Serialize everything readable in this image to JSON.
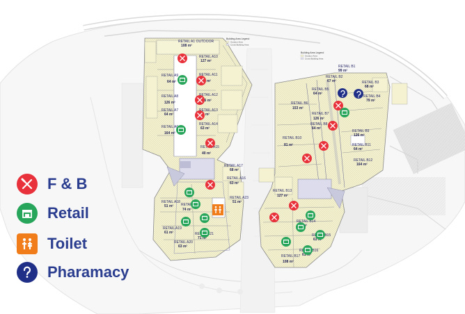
{
  "legend": {
    "fnb": {
      "label": "F & B",
      "icon": "fork-knife-icon",
      "color": "#e8313a"
    },
    "retail": {
      "label": "Retail",
      "icon": "shop-icon",
      "color": "#27a55a"
    },
    "toilet": {
      "label": "Toilet",
      "icon": "toilet-icon",
      "color": "#f07d19"
    },
    "pharmacy": {
      "label": "Pharamacy",
      "icon": "pharmacy-icon",
      "color": "#1f2f87"
    }
  },
  "building_legend": {
    "left": {
      "title": "Building Area Legend",
      "lines": [
        "Outdoor Area",
        "Cross Building Area"
      ]
    },
    "right": {
      "title": "Building Area Legend",
      "lines": [
        "Outdoor Area",
        "Cross Building Area"
      ]
    }
  },
  "units": [
    {
      "label": "RETAIL A1 OUTDOOR",
      "area": "108 m²"
    },
    {
      "label": "RETAIL A10",
      "area": "127 m²"
    },
    {
      "label": "RETAIL A11",
      "area": "64 m²"
    },
    {
      "label": "RETAIL A9",
      "area": "64 m²"
    },
    {
      "label": "RETAIL A8",
      "area": "126 m²"
    },
    {
      "label": "RETAIL A12",
      "area": "126 m²"
    },
    {
      "label": "RETAIL A7",
      "area": "64 m²"
    },
    {
      "label": "RETAIL A13",
      "area": "64 m²"
    },
    {
      "label": "RETAIL A6",
      "area": "164 m²"
    },
    {
      "label": "RETAIL A14",
      "area": "63 m²"
    },
    {
      "label": "RETAIL A15",
      "area": "40 m²"
    },
    {
      "label": "RETAIL A16",
      "area": "63 m²"
    },
    {
      "label": "RETAIL A17",
      "area": "68 m²"
    },
    {
      "label": "RETAIL B1",
      "area": "99 m²"
    },
    {
      "label": "RETAIL B2",
      "area": "67 m²"
    },
    {
      "label": "RETAIL B3",
      "area": "68 m²"
    },
    {
      "label": "RETAIL B4",
      "area": "79 m²"
    },
    {
      "label": "RETAIL B5",
      "area": "64 m²"
    },
    {
      "label": "RETAIL B6",
      "area": "153 m²"
    },
    {
      "label": "RETAIL B7",
      "area": "126 m²"
    },
    {
      "label": "RETAIL B8",
      "area": "64 m²"
    },
    {
      "label": "RETAIL B9",
      "area": "126 m²"
    },
    {
      "label": "RETAIL B10",
      "area": "81 m²"
    },
    {
      "label": "RETAIL B11",
      "area": "64 m²"
    },
    {
      "label": "RETAIL B12",
      "area": "164 m²"
    },
    {
      "label": "RETAIL B13",
      "area": "127 m²"
    },
    {
      "label": "RETAIL B14",
      "area": "64 m²"
    },
    {
      "label": "RETAIL B15",
      "area": "63 m²"
    },
    {
      "label": "RETAIL B16",
      "area": "61 m²"
    },
    {
      "label": "RETAIL B17",
      "area": "108 m²"
    },
    {
      "label": "RETAIL A18",
      "area": "51 m²"
    },
    {
      "label": "RETAIL A19",
      "area": "61 m²"
    },
    {
      "label": "RETAIL A20",
      "area": "63 m²"
    },
    {
      "label": "RETAIL A21",
      "area": "71 m²"
    },
    {
      "label": "RETAIL A22",
      "area": "74 m²"
    },
    {
      "label": "RETAIL A23",
      "area": "51 m²"
    }
  ]
}
